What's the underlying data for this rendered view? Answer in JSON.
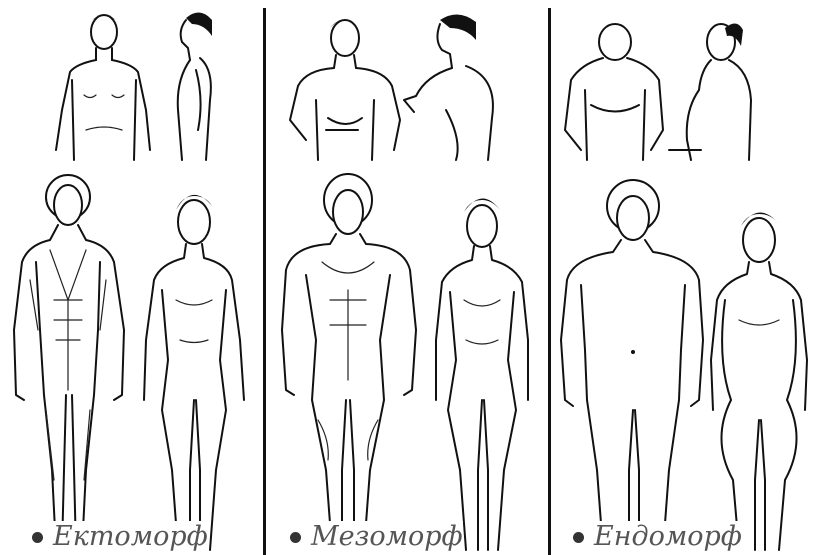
{
  "panels": [
    {
      "label": "Ектоморф",
      "bullet": "•"
    },
    {
      "label": "Мезоморф",
      "bullet": "•"
    },
    {
      "label": "Ендоморф",
      "bullet": "•"
    }
  ]
}
